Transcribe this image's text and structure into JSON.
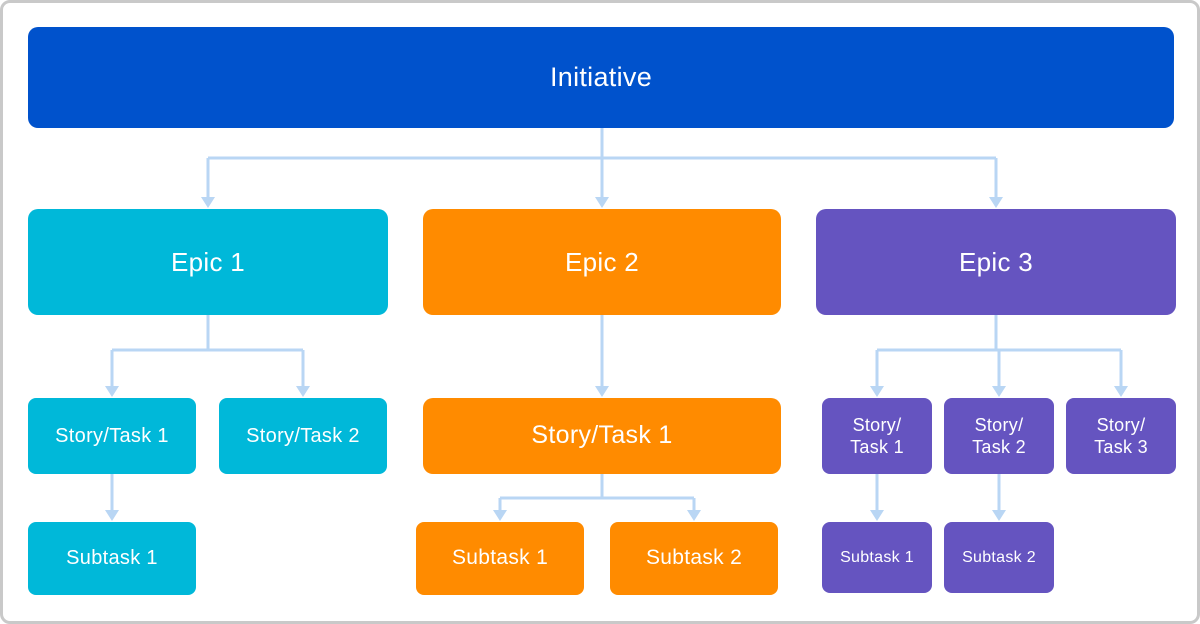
{
  "colors": {
    "initiative": "#0052CC",
    "epic1": "#00B8D9",
    "epic2": "#FF8B00",
    "epic3": "#6554C0",
    "connector": "#B9D6F4",
    "frame": "#C9C9C9"
  },
  "diagram": {
    "initiative": {
      "label": "Initiative"
    },
    "epic1": {
      "label": "Epic 1",
      "stories": [
        {
          "label": "Story/Task 1"
        },
        {
          "label": "Story/Task 2"
        }
      ],
      "subtasks": [
        {
          "label": "Subtask 1"
        }
      ]
    },
    "epic2": {
      "label": "Epic 2",
      "stories": [
        {
          "label": "Story/Task 1"
        }
      ],
      "subtasks": [
        {
          "label": "Subtask 1"
        },
        {
          "label": "Subtask 2"
        }
      ]
    },
    "epic3": {
      "label": "Epic 3",
      "stories": [
        {
          "label": "Story/\nTask 1"
        },
        {
          "label": "Story/\nTask 2"
        },
        {
          "label": "Story/\nTask 3"
        }
      ],
      "subtasks": [
        {
          "label": "Subtask 1"
        },
        {
          "label": "Subtask 2"
        }
      ]
    }
  }
}
